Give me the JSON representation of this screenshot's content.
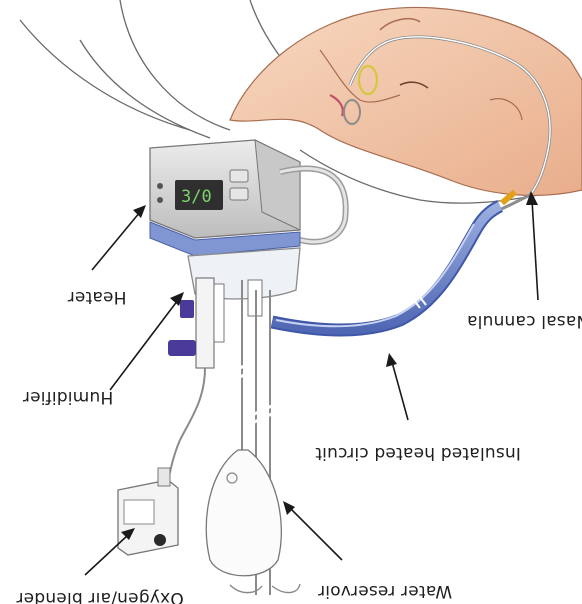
{
  "labels": {
    "heater": "Heater",
    "humidifier": "Humidifier",
    "oxygen_blender": "Oxygen/air blender",
    "water_reservoir": "Water reservoir",
    "heated_circuit": "Insulated heated circuit",
    "nasal_cannula": "Nasal cannula"
  },
  "heater_display": "3/0",
  "colors": {
    "circuit": "#6f86c8",
    "circuit_dark": "#3f57a8",
    "heater_body": "#dcdcdc",
    "skin": "#f2c4a4",
    "clamp": "#4b3a9a"
  }
}
